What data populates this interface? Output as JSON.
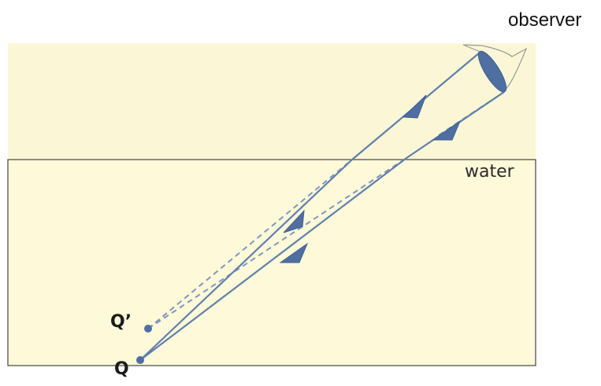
{
  "observer_label": "observer",
  "water_label": "water",
  "image_point_label": "Q’",
  "object_point_label": "Q",
  "colors": {
    "air_fill": "#fbf7d6",
    "water_fill": "#fef9d8",
    "border": "#444444",
    "ray": "#5f7fae",
    "arrow": "#4f6fa2",
    "point": "#4f6fa2",
    "eye": "#4f6fa2",
    "eye_outline": "#999999"
  },
  "icons": {
    "observer": "eye-icon"
  }
}
